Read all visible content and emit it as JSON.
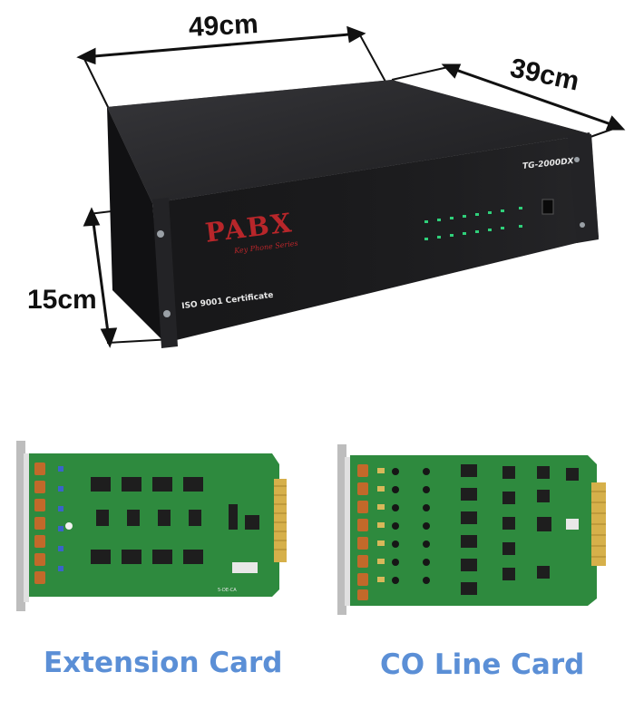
{
  "dimensions": {
    "width_label": "49cm",
    "depth_label": "39cm",
    "height_label": "15cm"
  },
  "device": {
    "brand": "PABX",
    "brand_subtitle": "Key Phone Series",
    "model": "TG-2000DX",
    "certificate": "ISO 9001 Certificate"
  },
  "cards": {
    "extension_label": "Extension Card",
    "co_line_label": "CO Line Card"
  },
  "colors": {
    "caption": "#5b8fd6",
    "chassis": "#1b1b1d",
    "pcb": "#2e8a3e",
    "brand_red": "#b8262a",
    "led": "#2fd07a"
  }
}
